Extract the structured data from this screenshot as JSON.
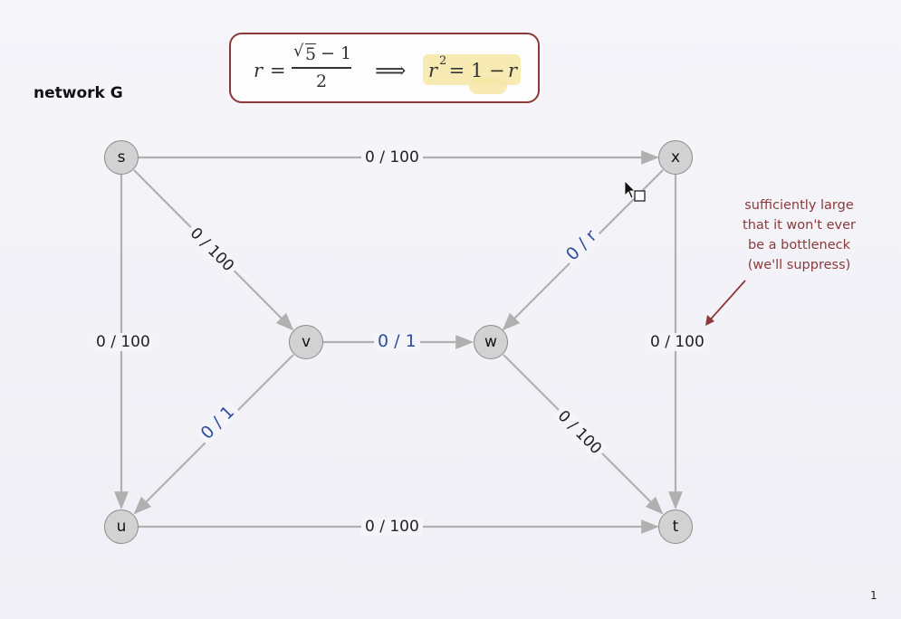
{
  "title": "network G",
  "formula": {
    "r": "r",
    "eq": "=",
    "sqrt_sign": "√",
    "sqrt_arg": "5",
    "num_tail": "− 1",
    "den": "2",
    "implies": "⟹",
    "rhs_r": "r",
    "rhs_exp": "2",
    "rhs_rest": " = 1 − ",
    "rhs_r2": "r"
  },
  "nodes": {
    "s": "s",
    "x": "x",
    "v": "v",
    "w": "w",
    "u": "u",
    "t": "t"
  },
  "edges": {
    "sx": "0 / 100",
    "sv": "0 / 100",
    "su": "0 / 100",
    "vw": "0 / 1",
    "vu": "0 / 1",
    "xw": "0 / r",
    "xt": "0 / 100",
    "wt": "0 / 100",
    "ut": "0 / 100"
  },
  "annotation": {
    "line1": "sufficiently large",
    "line2": "that it won't ever",
    "line3": "be a bottleneck",
    "line4": "(we'll suppress)"
  },
  "page_number": "1",
  "colors": {
    "edge": "#b0b0b0",
    "node_fill": "#d2d2d2",
    "blue_label": "#2e4ea0",
    "annotation": "#8b3a3a",
    "highlight": "#f6e8a6"
  }
}
